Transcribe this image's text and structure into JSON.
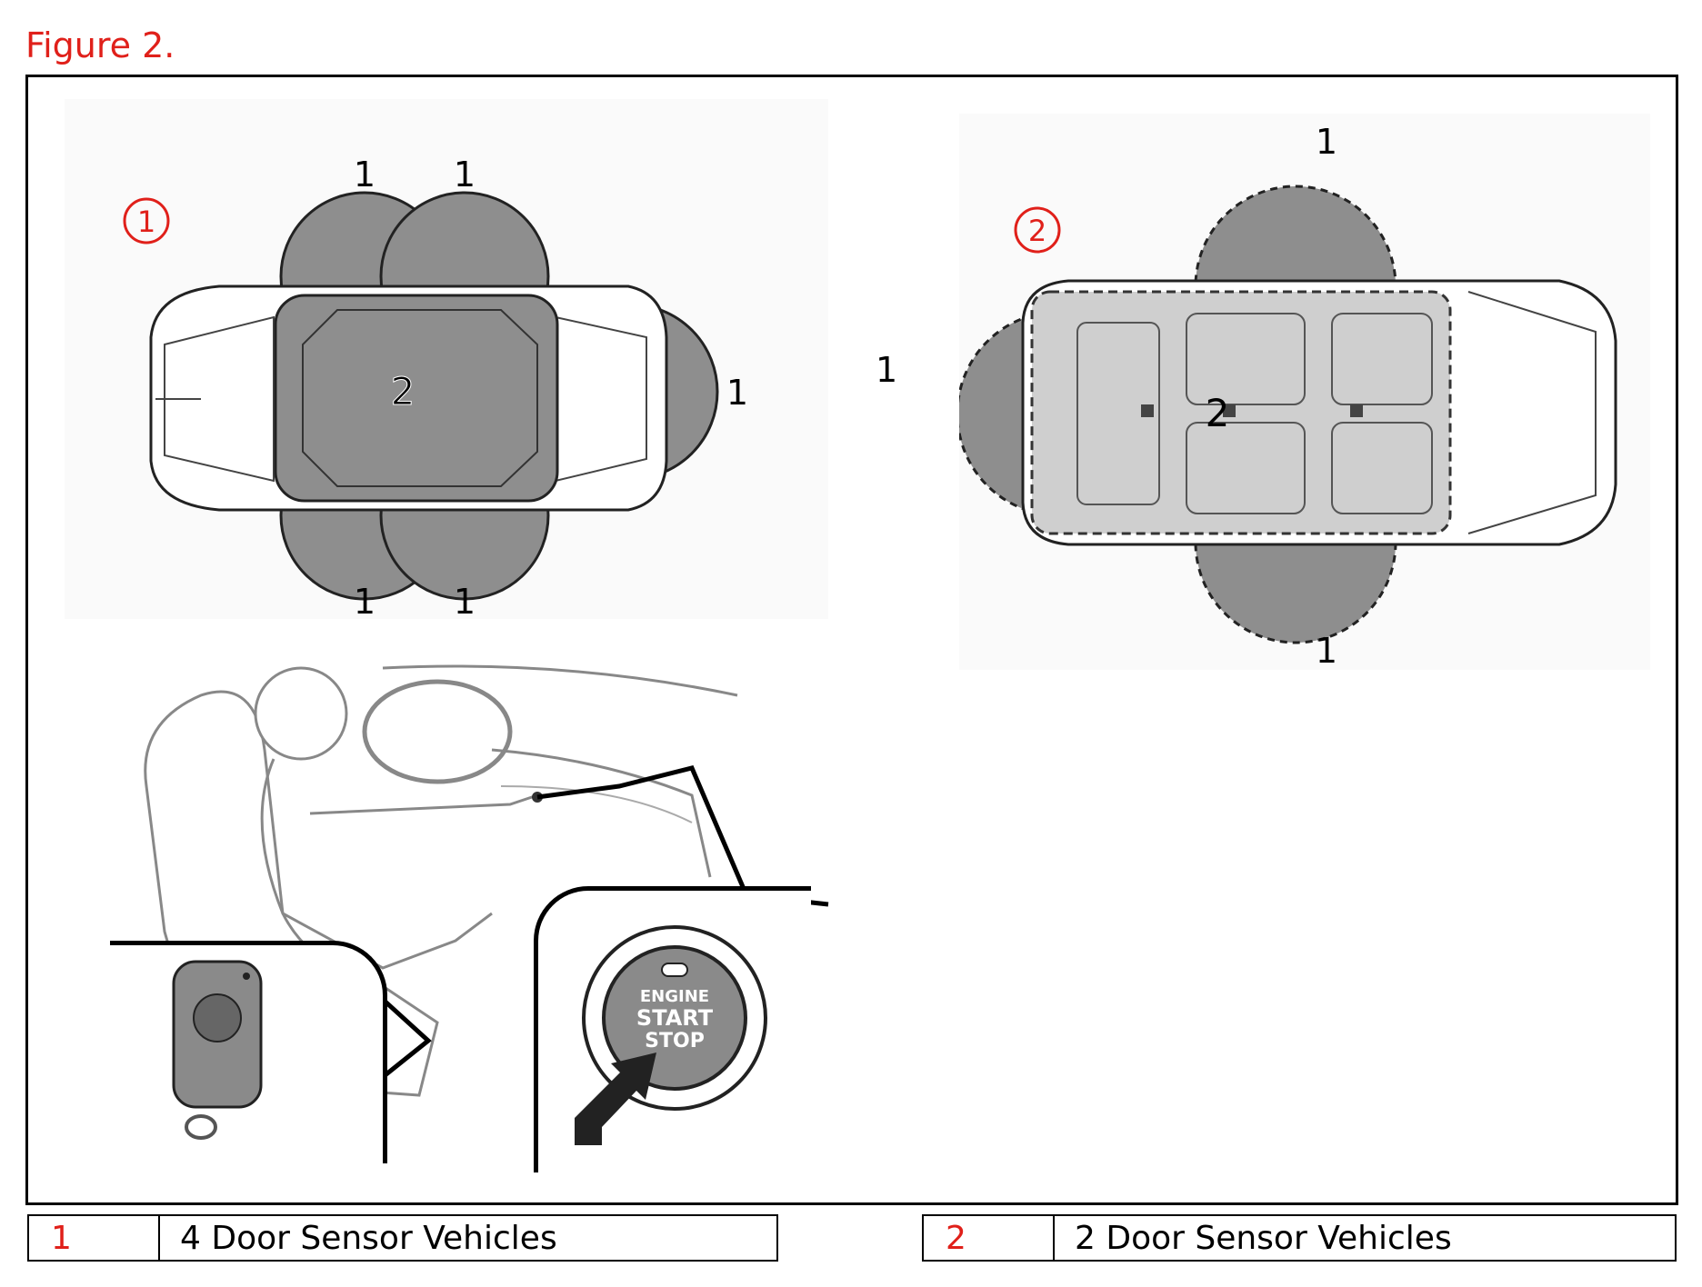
{
  "figure_title": "Figure 2.",
  "diagram_a": {
    "badge": "1",
    "zone_labels": [
      "1",
      "1",
      "1",
      "1",
      "1",
      "2"
    ]
  },
  "diagram_b": {
    "badge": "2",
    "zone_labels": [
      "1",
      "1",
      "1",
      "2"
    ]
  },
  "start_button": {
    "line1": "ENGINE",
    "line2": "START",
    "line3": "STOP"
  },
  "legend": [
    {
      "num": "1",
      "text": "4 Door Sensor Vehicles"
    },
    {
      "num": "2",
      "text": "2 Door Sensor Vehicles"
    }
  ],
  "colors": {
    "accent_red": "#e0201a",
    "zone_gray": "#8e8e8e",
    "zone_light": "#cfcfcf"
  }
}
